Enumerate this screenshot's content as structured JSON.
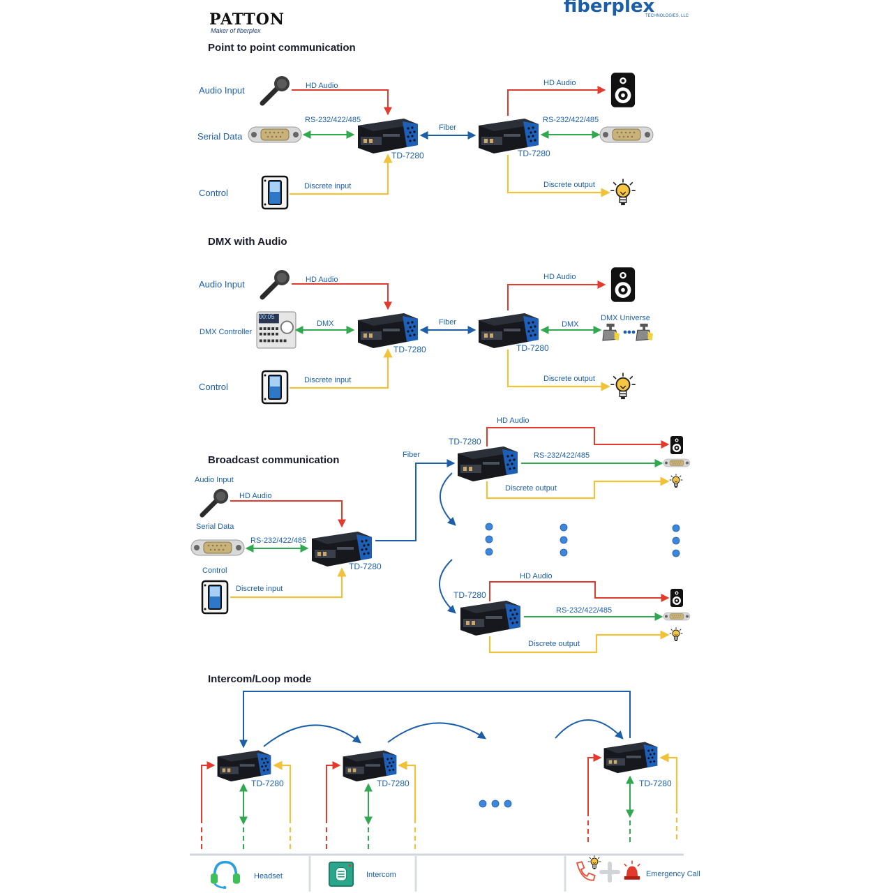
{
  "logos": {
    "patton": "PATTON",
    "patton_sub": "Maker of fiberplex",
    "fiberplex": "fiberplex",
    "fiberplex_sub": "TECHNOLOGIES, LLC"
  },
  "colors": {
    "audio": "#e23b2e",
    "serial": "#2fa84f",
    "discrete": "#f0c23a",
    "fiber": "#1c5fa8",
    "device_blue": "#1e5fb8"
  },
  "icons": [
    "microphone-icon",
    "serial-port-icon",
    "switch-icon",
    "speaker-icon",
    "lightbulb-icon",
    "dmx-controller-icon",
    "stage-light-icon",
    "headset-icon",
    "intercom-icon",
    "phone-icon",
    "alarm-icon",
    "device-icon"
  ],
  "sections": {
    "p2p": {
      "title": "Point to point communication",
      "audio_input": "Audio Input",
      "serial_data": "Serial Data",
      "control": "Control",
      "hd_audio_in": "HD Audio",
      "serial_in": "RS-232/422/485",
      "discrete_in": "Discrete input",
      "fiber": "Fiber",
      "device_left": "TD-7280",
      "device_right": "TD-7280",
      "hd_audio_out": "HD Audio",
      "serial_out": "RS-232/422/485",
      "discrete_out": "Discrete output"
    },
    "dmx": {
      "title": "DMX with Audio",
      "audio_input": "Audio Input",
      "dmx_controller": "DMX Controller",
      "control": "Control",
      "hd_audio_in": "HD Audio",
      "dmx_in": "DMX",
      "discrete_in": "Discrete input",
      "fiber": "Fiber",
      "device_left": "TD-7280",
      "device_right": "TD-7280",
      "hd_audio_out": "HD Audio",
      "dmx_out": "DMX",
      "dmx_universe": "DMX Universe",
      "discrete_out": "Discrete output",
      "controller_display": "00:05"
    },
    "broadcast": {
      "title": "Broadcast communication",
      "audio_input": "Audio Input",
      "serial_data": "Serial Data",
      "control": "Control",
      "hd_audio_in": "HD Audio",
      "serial_in": "RS-232/422/485",
      "discrete_in": "Discrete input",
      "device_source": "TD-7280",
      "fiber": "Fiber",
      "device_top": "TD-7280",
      "top_hd_audio": "HD Audio",
      "top_serial": "RS-232/422/485",
      "top_discrete": "Discrete output",
      "device_bottom": "TD-7280",
      "bottom_hd_audio": "HD Audio",
      "bottom_serial": "RS-232/422/485",
      "bottom_discrete": "Discrete output"
    },
    "intercom": {
      "title": "Intercom/Loop mode",
      "device_1": "TD-7280",
      "device_2": "TD-7280",
      "device_3": "TD-7280",
      "headset": "Headset",
      "intercom": "Intercom",
      "emergency_call": "Emergency Call"
    }
  }
}
